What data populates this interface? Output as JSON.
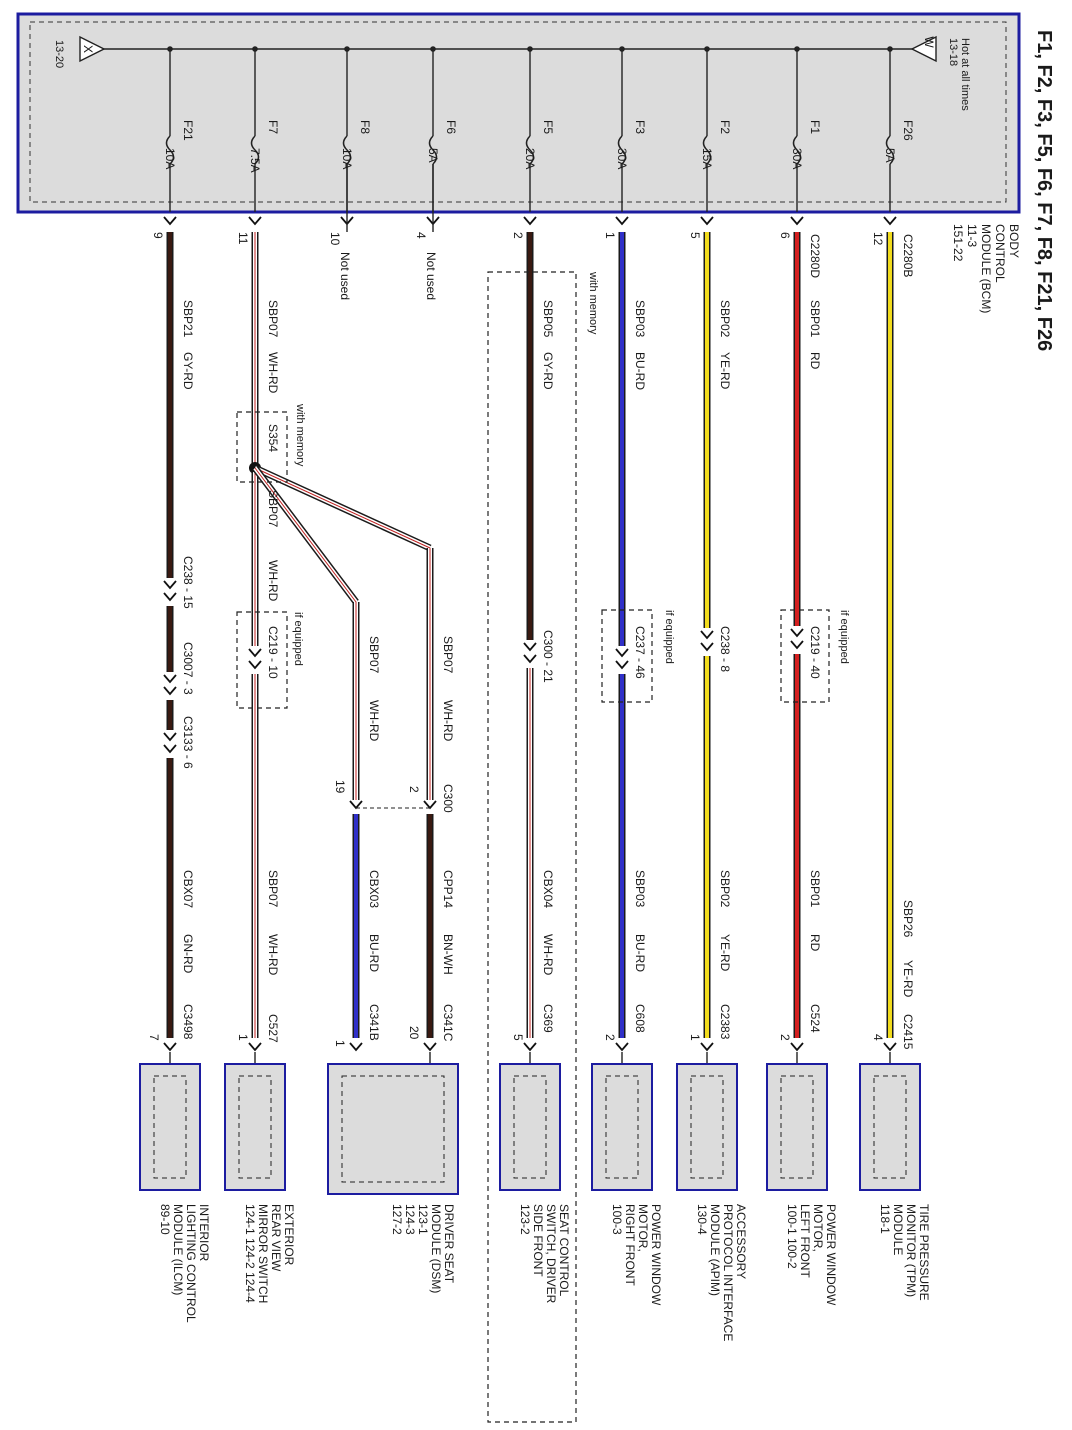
{
  "title": "F1, F2, F3, F5, F6, F7, F8, F21, F26",
  "bcm": {
    "lines": [
      "BODY",
      "CONTROL",
      "MODULE (BCM)",
      "11-3",
      "151-22"
    ],
    "hot_label": "Hot at all times",
    "hot_ref": "13-18",
    "ground_ref": "13-20",
    "node_w": "W",
    "node_x": "X"
  },
  "tags": {
    "if_equipped": "if equipped",
    "with_memory": "with memory",
    "not_used": "Not used"
  },
  "fuses": [
    {
      "fuse": "F26",
      "amp": "5A",
      "pin": "12",
      "conn": "C2280B",
      "circuit": "SBP26",
      "color": "YE-RD",
      "wire": "#f2dc1e",
      "c2": "SBP26",
      "col2": "YE-RD",
      "mod_conn": "C2415",
      "mod_pin": "4",
      "module": [
        "TIRE PRESSURE",
        "MONITOR (TPM)",
        "MODULE",
        "118-1"
      ]
    },
    {
      "fuse": "F1",
      "amp": "30A",
      "pin": "6",
      "conn": "C2280D",
      "circuit": "SBP01",
      "color": "RD",
      "wire": "#d42020",
      "inline": "C219 - 40",
      "c2": "SBP01",
      "col2": "RD",
      "mod_conn": "C524",
      "mod_pin": "2",
      "module": [
        "POWER WINDOW",
        "MOTOR,",
        "LEFT FRONT",
        "100-1  100-2"
      ]
    },
    {
      "fuse": "F2",
      "amp": "15A",
      "pin": "5",
      "circuit": "SBP02",
      "color": "YE-RD",
      "wire": "#f2dc1e",
      "inline": "C238 - 8",
      "c2": "SBP02",
      "col2": "YE-RD",
      "mod_conn": "C2383",
      "mod_pin": "1",
      "module": [
        "ACCESSORY",
        "PROTOCOL INTERFACE",
        "MODULE (APIM)",
        "130-4"
      ]
    },
    {
      "fuse": "F3",
      "amp": "30A",
      "pin": "1",
      "circuit": "SBP03",
      "color": "BU-RD",
      "wire": "#3030c8",
      "inline": "C237 - 46",
      "c2": "SBP03",
      "col2": "BU-RD",
      "mod_conn": "C608",
      "mod_pin": "2",
      "module": [
        "POWER WINDOW",
        "MOTOR,",
        "RIGHT FRONT",
        "100-3"
      ]
    },
    {
      "fuse": "F5",
      "amp": "20A",
      "pin": "2",
      "circuit": "SBP05",
      "color": "GY-RD",
      "wire": "#3a1a12",
      "inline": "C300 - 21",
      "c2": "CBX04",
      "col2": "WH-RD",
      "mod_conn": "C369",
      "mod_pin": "5",
      "module": [
        "SEAT CONTROL",
        "SWITCH, DRIVER",
        "SIDE FRONT",
        "123-2"
      ]
    },
    {
      "fuse": "F6",
      "amp": "5A",
      "pin": "4"
    },
    {
      "fuse": "F8",
      "amp": "10A",
      "pin": "10"
    },
    {
      "fuse": "F7",
      "amp": "7.5A",
      "pin": "11",
      "circuit": "SBP07",
      "color": "WH-RD",
      "wire": "#ffffff",
      "splice": "S354",
      "c2a": "SBP07",
      "col2a": "WH-RD",
      "inline": "C219 - 10",
      "c2": "SBP07",
      "col2": "WH-RD",
      "mod_conn": "C527",
      "mod_pin": "1",
      "module": [
        "EXTERIOR",
        "REAR VIEW",
        "MIRROR SWITCH",
        "124-1  124-2  124-4"
      ]
    },
    {
      "fuse": "F21",
      "amp": "10A",
      "pin": "9",
      "circuit": "SBP21",
      "color": "GY-RD",
      "wire": "#3a1a12",
      "inlines": [
        "C238 - 15",
        "C3007 - 3",
        "C3133 - 6"
      ],
      "c2": "CBX07",
      "col2": "GN-RD",
      "mod_conn": "C3498",
      "mod_pin": "7",
      "module": [
        "INTERIOR",
        "LIGHTING CONTROL",
        "MODULE (ILCM)",
        "89-10"
      ]
    }
  ],
  "dsm": {
    "branch_a": {
      "circuit": "SBP07",
      "color": "WH-RD"
    },
    "branch_b": {
      "circuit": "SBP07",
      "color": "WH-RD"
    },
    "c300": "C300",
    "pin_a": "2",
    "pin_b": "19",
    "out_a": {
      "circuit": "CPP14",
      "color": "BN-WH",
      "conn": "C341C",
      "pin": "20",
      "wire": "#3a1a12"
    },
    "out_b": {
      "circuit": "CBX03",
      "color": "BU-RD",
      "conn": "C341B",
      "pin": "1",
      "wire": "#3030c8"
    },
    "module": [
      "DRIVER SEAT",
      "MODULE (DSM)",
      "123-1",
      "124-3",
      "127-2"
    ]
  }
}
